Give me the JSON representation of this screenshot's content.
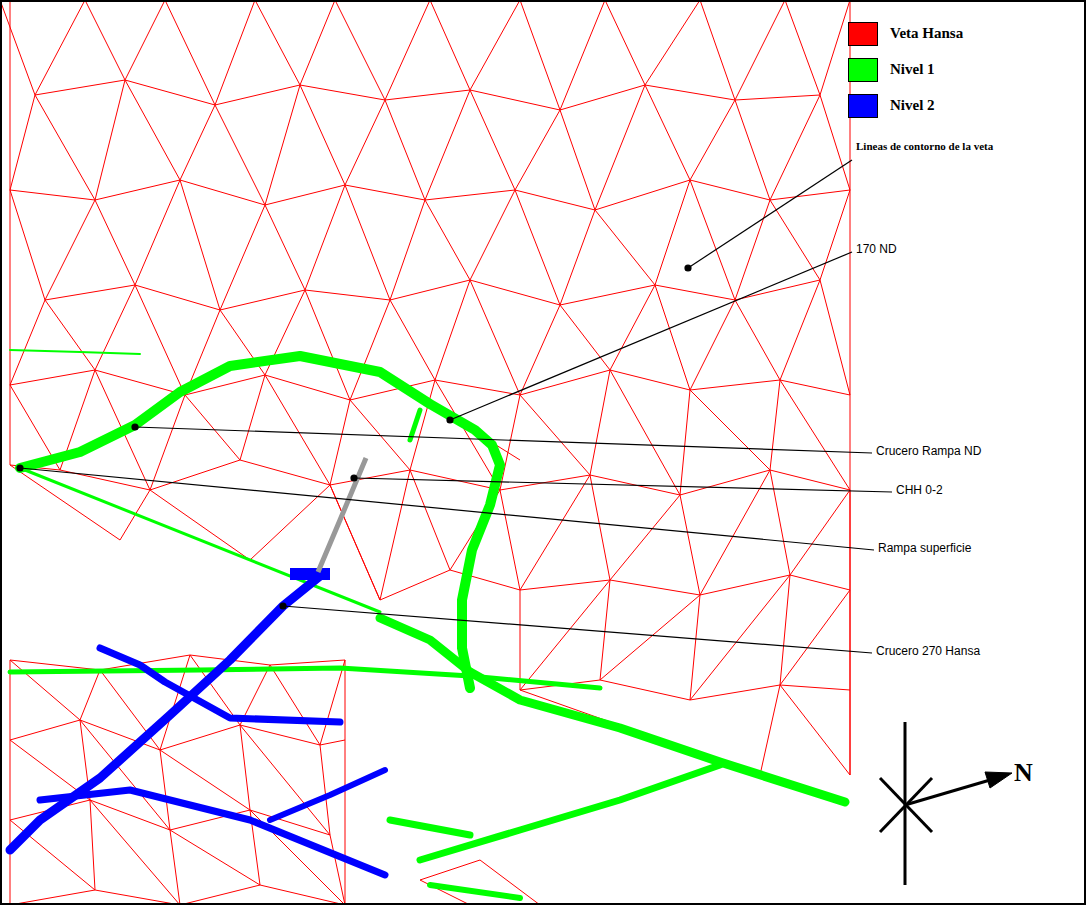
{
  "diagram": {
    "labels": [
      "Lineas de contorno de la veta",
      "170 ND",
      "Crucero Rampa ND",
      "CHH 0-2",
      "Rampa superficie",
      "Crucero 270 Hansa",
      "N"
    ],
    "legend": [
      {
        "text": "Veta Hansa",
        "color": "#ff0000"
      },
      {
        "text": "Nivel 1",
        "color": "#00ff00"
      },
      {
        "text": "Nivel 2",
        "color": "#0000ff"
      }
    ]
  }
}
